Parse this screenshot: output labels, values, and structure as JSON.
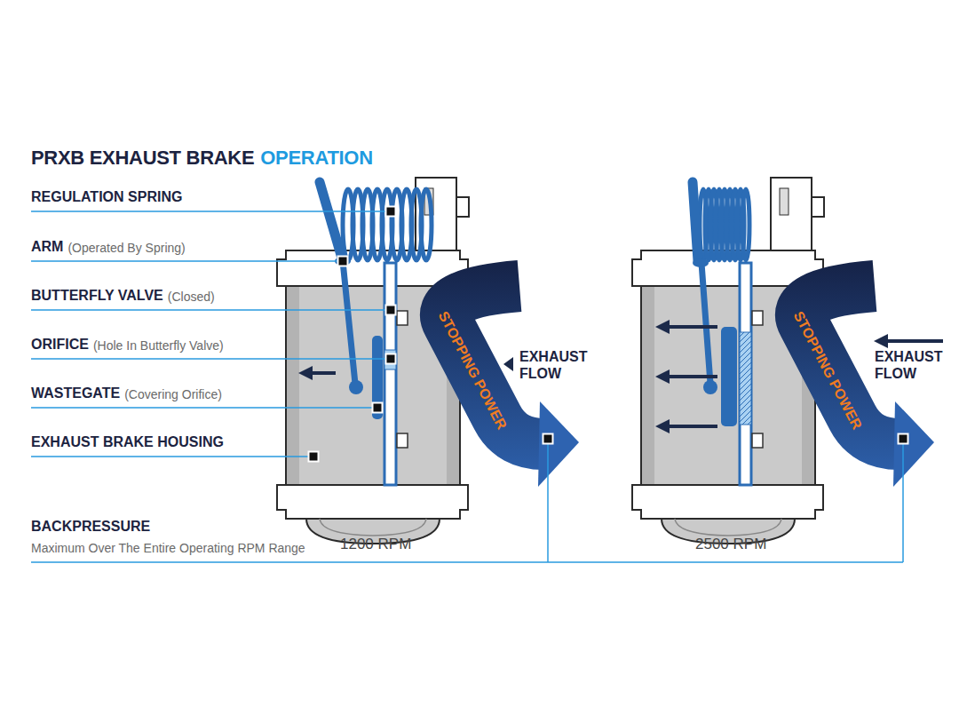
{
  "diagram": {
    "title": "PRXB EXHAUST BRAKE",
    "labels": [
      "OPERATION",
      "REGULATION SPRING",
      "ARM",
      "(Operated By Spring)",
      "BUTTERFLY VALVE",
      "(Closed)",
      "ORIFICE",
      "(Hole In Butterfly Valve)",
      "WASTEGATE",
      "(Covering Orifice)",
      "EXHAUST BRAKE HOUSING",
      "STOPPING POWER",
      "EXHAUST FLOW",
      "STOPPING POWER",
      "EXHAUST FLOW",
      "BACKPRESSURE",
      "Maximum Over The Entire Operating RPM Range",
      "1200 RPM",
      "2500 RPM"
    ]
  }
}
